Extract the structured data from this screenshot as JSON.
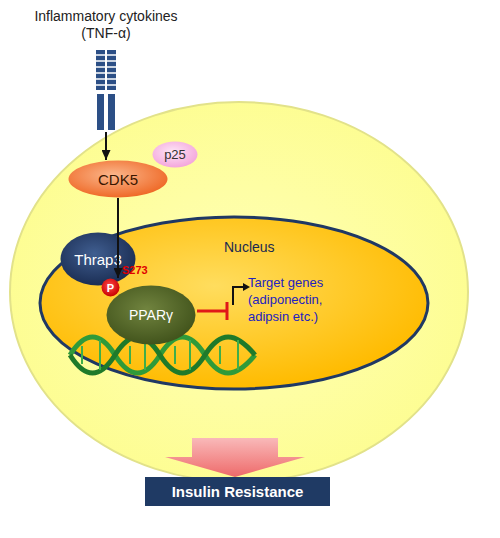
{
  "diagram": {
    "nodes": [
      {
        "text": [
          "Inflammatory cytokines (TNF-α)"
        ]
      },
      {
        "text": [
          "CDK5"
        ]
      },
      {
        "text": [
          "p25"
        ]
      },
      {
        "text": [
          "Nucleus"
        ]
      },
      {
        "text": [
          "Thrap3"
        ],
        "in": 3
      },
      {
        "text": [
          "P"
        ],
        "in": 3
      },
      {
        "text": [
          "PPARγ"
        ],
        "in": 3
      },
      {
        "text": [
          "Insulin Resistance"
        ]
      }
    ],
    "edges": [
      {
        "from": 0,
        "to": 1,
        "arrow": "to"
      },
      {
        "from": 1,
        "to": 5,
        "arrow": "to"
      }
    ],
    "labels": [
      "S273",
      "Target genes (adiponectin, adipsin etc.)"
    ]
  }
}
